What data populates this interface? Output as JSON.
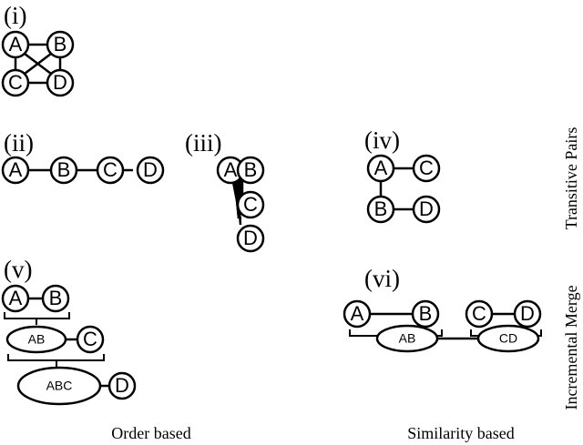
{
  "panels": {
    "i": {
      "label": "(i)",
      "nodes": [
        "A",
        "B",
        "C",
        "D"
      ]
    },
    "ii": {
      "label": "(ii)",
      "nodes": [
        "A",
        "B",
        "C",
        "D"
      ]
    },
    "iii": {
      "label": "(iii)",
      "nodes": [
        "A",
        "B",
        "C",
        "D"
      ]
    },
    "iv": {
      "label": "(iv)",
      "nodes": [
        "A",
        "C",
        "B",
        "D"
      ]
    },
    "v": {
      "label": "(v)",
      "nodes": [
        "A",
        "B",
        "C",
        "D"
      ],
      "merged": [
        "AB",
        "ABC"
      ]
    },
    "vi": {
      "label": "(vi)",
      "nodes": [
        "A",
        "B",
        "C",
        "D"
      ],
      "merged": [
        "AB",
        "CD"
      ]
    }
  },
  "side_labels": {
    "row_top": "Transitive Pairs",
    "row_bottom": "Incremental Merge"
  },
  "column_labels": {
    "left": "Order based",
    "right": "Similarity based"
  }
}
